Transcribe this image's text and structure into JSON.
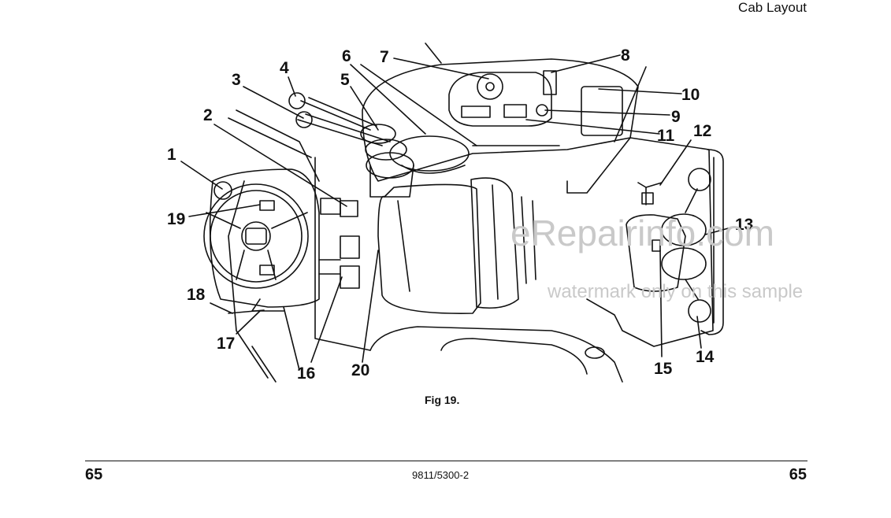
{
  "header": {
    "section_title": "Cab Layout"
  },
  "figure": {
    "callouts": [
      "1",
      "2",
      "3",
      "4",
      "5",
      "6",
      "7",
      "8",
      "9",
      "10",
      "11",
      "12",
      "13",
      "14",
      "15",
      "16",
      "17",
      "18",
      "19",
      "20"
    ],
    "caption": "Fig 19.",
    "watermark_main": "eRepairinfo.com",
    "watermark_sub": "watermark only on this sample"
  },
  "footer": {
    "page_left": "65",
    "doc_number": "9811/5300-2",
    "page_right": "65"
  }
}
